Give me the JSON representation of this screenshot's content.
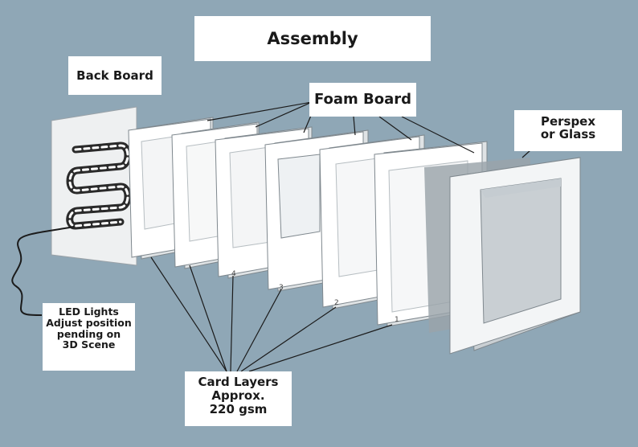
{
  "title": "Assembly",
  "labels": {
    "back_board": "Back Board",
    "foam_board": "Foam Board",
    "perspex": [
      "Perspex",
      "or Glass"
    ],
    "led": [
      "LED Lights",
      "Adjust position",
      "pending on",
      "3D Scene"
    ],
    "card_layers": [
      "Card Layers",
      "Approx.",
      "220 gsm"
    ]
  },
  "layer_numbers": [
    "4",
    "3",
    "2",
    "1"
  ],
  "colors": {
    "background": "#8fa7b6",
    "panel": "#ffffff",
    "panel_edge": "#d8dcdf",
    "frame": "#f1f3f4",
    "glass": "#9aa3a9"
  }
}
